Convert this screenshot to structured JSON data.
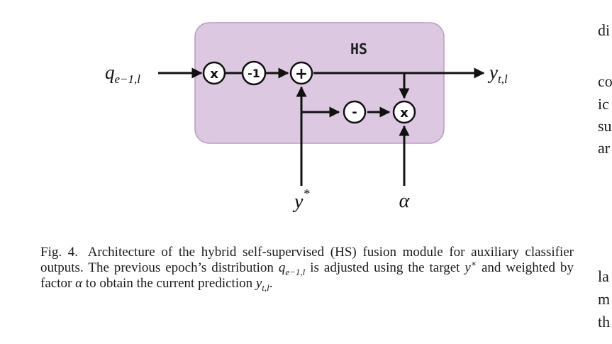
{
  "figure": {
    "module_label": "HS",
    "input_var": "q",
    "input_sub": "e−1,l",
    "output_var": "y",
    "output_sub": "t,l",
    "target_var": "y",
    "target_sup": "*",
    "alpha_var": "α",
    "op_multiply": "x",
    "op_neg_one": "-1",
    "op_add": "+",
    "op_subtract": "-",
    "colors": {
      "module_fill": "#dcc8e0",
      "module_stroke": "#b89cc0",
      "arrow": "#111111"
    }
  },
  "caption": {
    "label": "Fig. 4.",
    "text_1": "Architecture of the hybrid self-supervised (HS) fusion module for auxiliary classifier outputs. The previous epoch’s distribution ",
    "math_q": "q",
    "math_q_sub": "e−1,l",
    "text_2": " is adjusted using the target ",
    "math_y": "y",
    "math_y_sup": "∗",
    "text_3": " and weighted by factor ",
    "math_alpha": "α",
    "text_4": " to obtain the current prediction ",
    "math_yt": "y",
    "math_yt_sub": "t,l",
    "text_5": "."
  },
  "right_column": {
    "fragments": [
      "di",
      "co",
      "ic",
      "su",
      "ar",
      "la",
      "m",
      "th"
    ]
  }
}
